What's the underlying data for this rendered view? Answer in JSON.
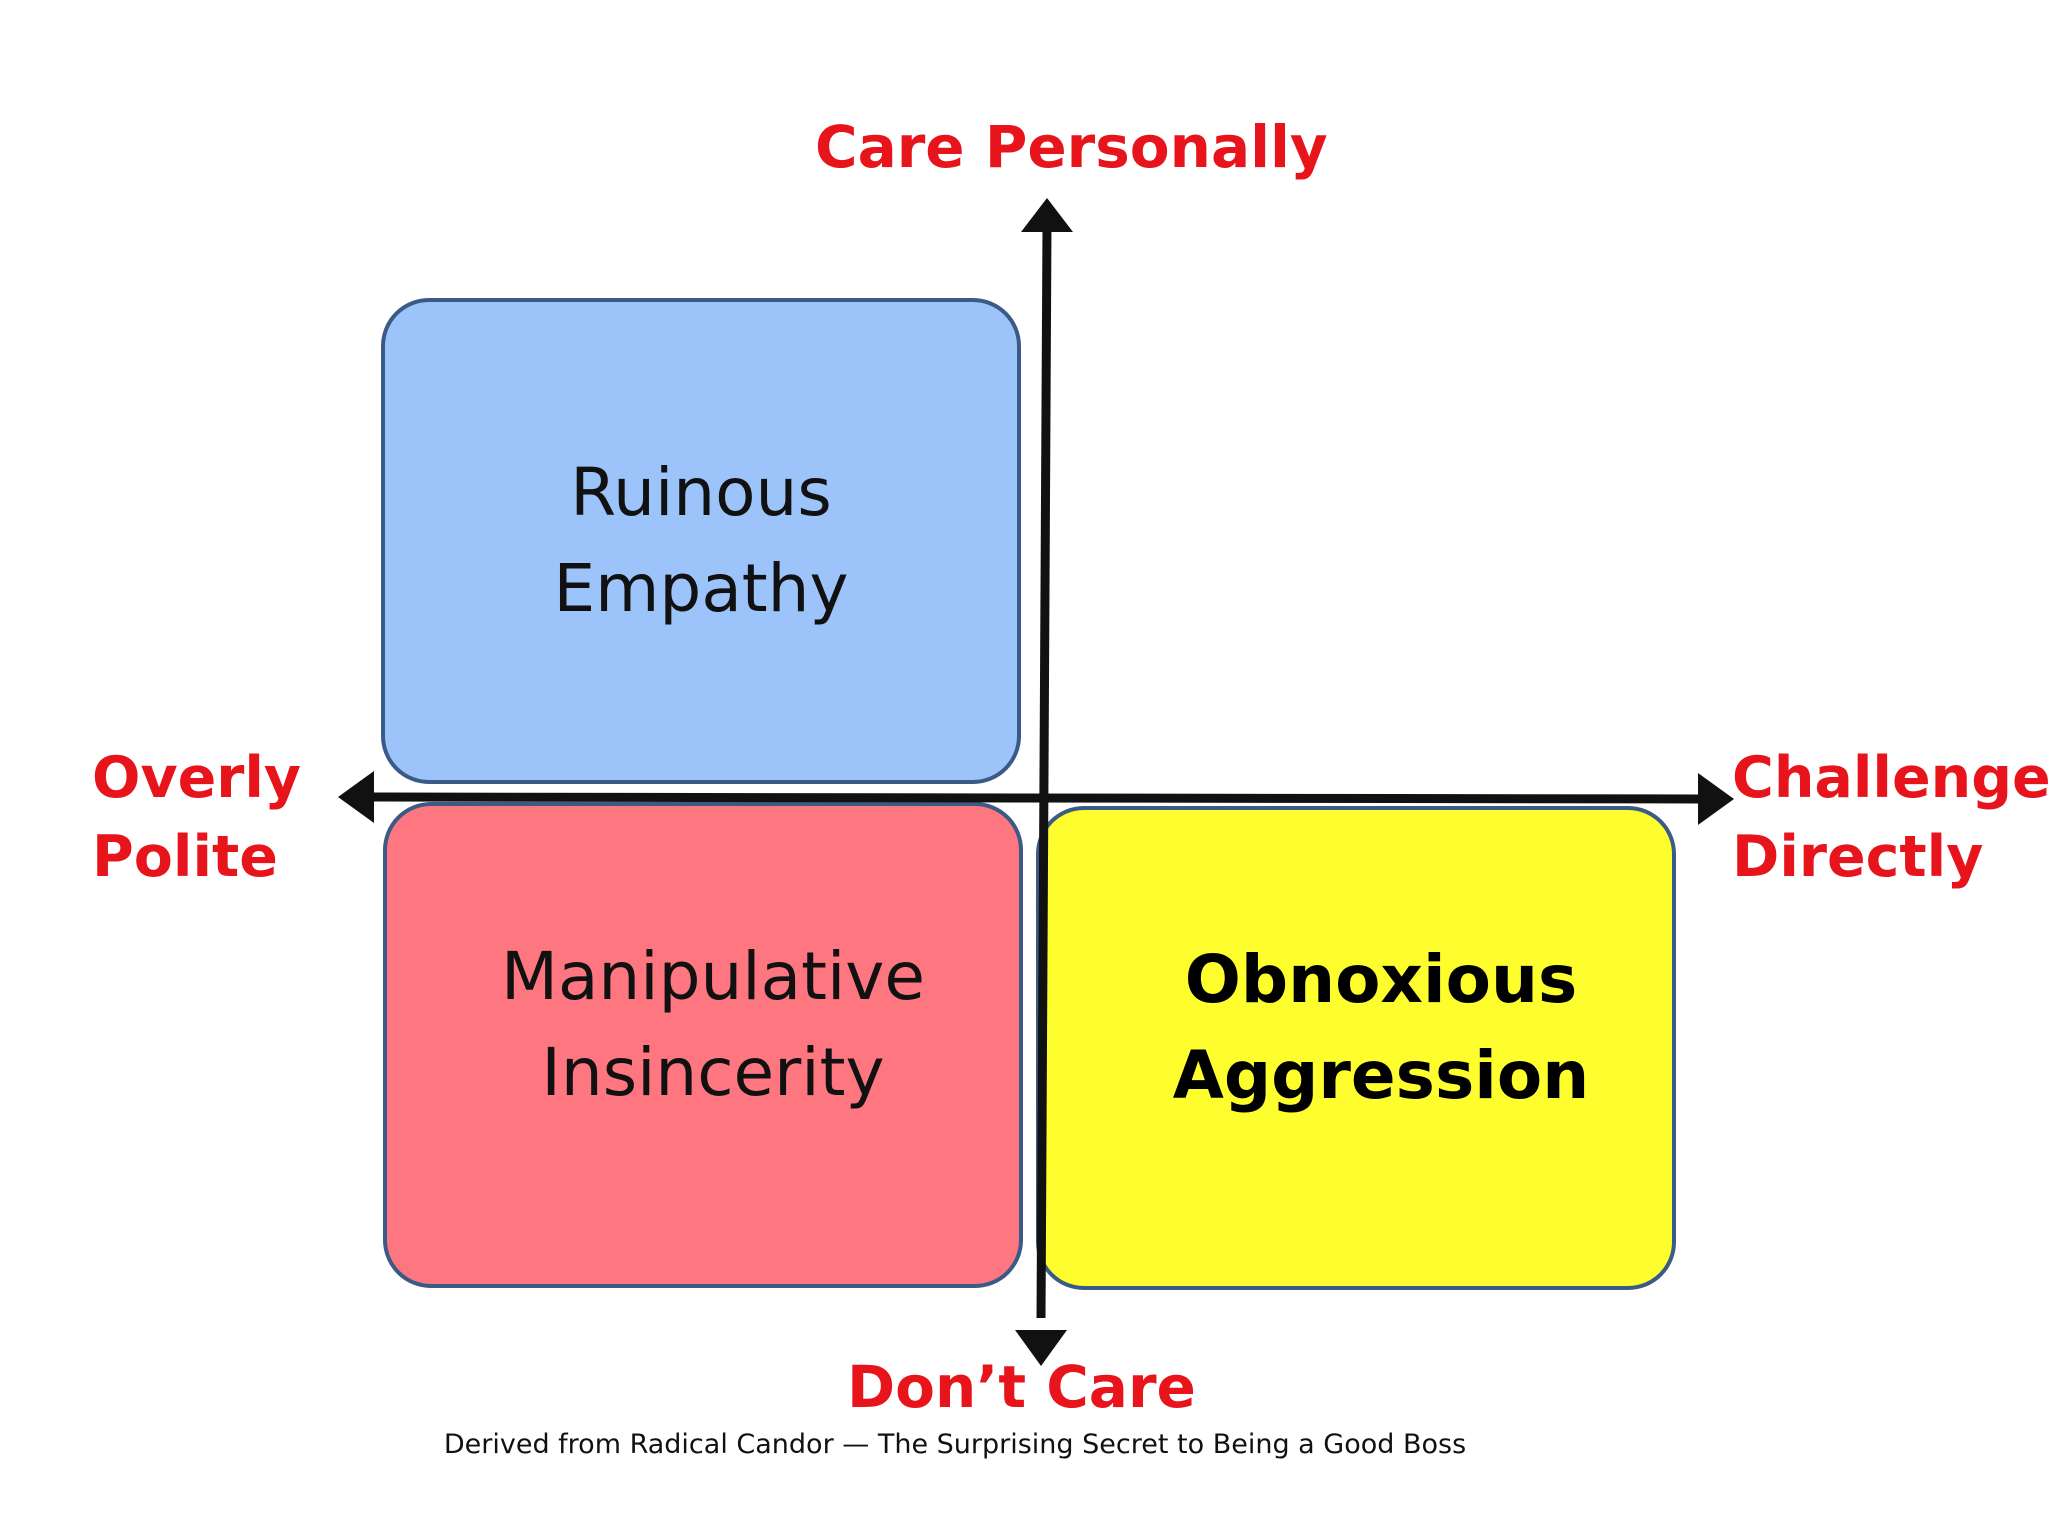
{
  "colors": {
    "axis_label": "#e8141c",
    "axis_line": "#111111",
    "quadrant_border": "#3b5a86",
    "ruinous_fill": "#9dc3fb",
    "manipulative_fill": "#fd7680",
    "obnoxious_fill": "#fefe2f"
  },
  "axes": {
    "top": "Care Personally",
    "bottom": "Don’t Care",
    "left": [
      "Overly",
      "Polite"
    ],
    "right": [
      "Challenge",
      "Directly"
    ]
  },
  "quadrants": {
    "ruinous_empathy": [
      "Ruinous",
      "Empathy"
    ],
    "manipulative_insincerity": [
      "Manipulative",
      "Insincerity"
    ],
    "obnoxious_aggression": [
      "Obnoxious",
      "Aggression"
    ]
  },
  "caption": "Derived from Radical Candor — The Surprising Secret to Being a Good Boss"
}
